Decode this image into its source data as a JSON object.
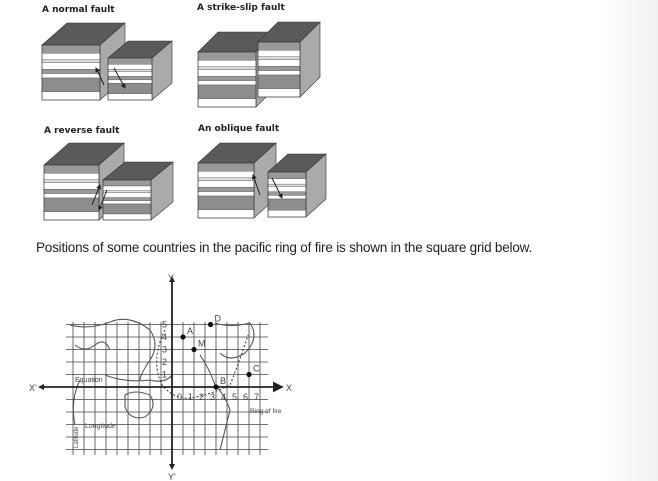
{
  "faults": [
    {
      "label": "A normal fault"
    },
    {
      "label": "A strike-slip fault"
    },
    {
      "label": "A reverse fault"
    },
    {
      "label": "An oblique fault"
    }
  ],
  "sentence": "Positions of some countries in the pacific ring of fire is shown in the square grid below.",
  "grid": {
    "x_axis_label": "X",
    "x_axis_neg_label": "X'",
    "y_axis_label": "Y",
    "y_axis_neg_label": "Y'",
    "x_ticks": [
      "0",
      "1",
      "2",
      "3",
      "4",
      "5",
      "6",
      "7"
    ],
    "y_ticks": [
      "1",
      "2",
      "3",
      "4",
      "5"
    ],
    "equator_label": "Equation",
    "longitude_label": "Longitude",
    "latitude_label": "Latitude",
    "ring_label": "Ring of fire",
    "points": [
      {
        "name": "A",
        "x": 1,
        "y": 4
      },
      {
        "name": "D",
        "x": 3.5,
        "y": 5
      },
      {
        "name": "M",
        "x": 2,
        "y": 3
      },
      {
        "name": "B",
        "x": 4,
        "y": 0
      },
      {
        "name": "C",
        "x": 7,
        "y": 1
      }
    ]
  }
}
